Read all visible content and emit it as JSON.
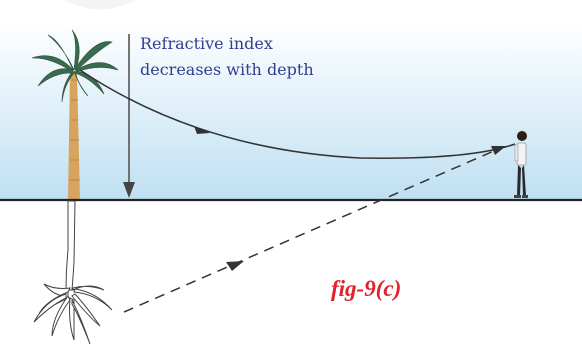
{
  "annotation": {
    "line1": "Refractive index",
    "line2": "decreases with depth"
  },
  "figure_label": "fig-9(c)",
  "colors": {
    "sky_top": "#ffffff",
    "sky_bottom": "#bfe0f3",
    "ground_line": "#222222",
    "annotation_text": "#2f3f8f",
    "figure_label": "#e0202a",
    "ray": "#333333",
    "palm_leaves": "#3b6b4f",
    "palm_trunk": "#d8a35f"
  },
  "icons": {
    "tree": "palm-tree-icon",
    "observer": "person-icon",
    "image": "inverted-palm-image-icon"
  }
}
